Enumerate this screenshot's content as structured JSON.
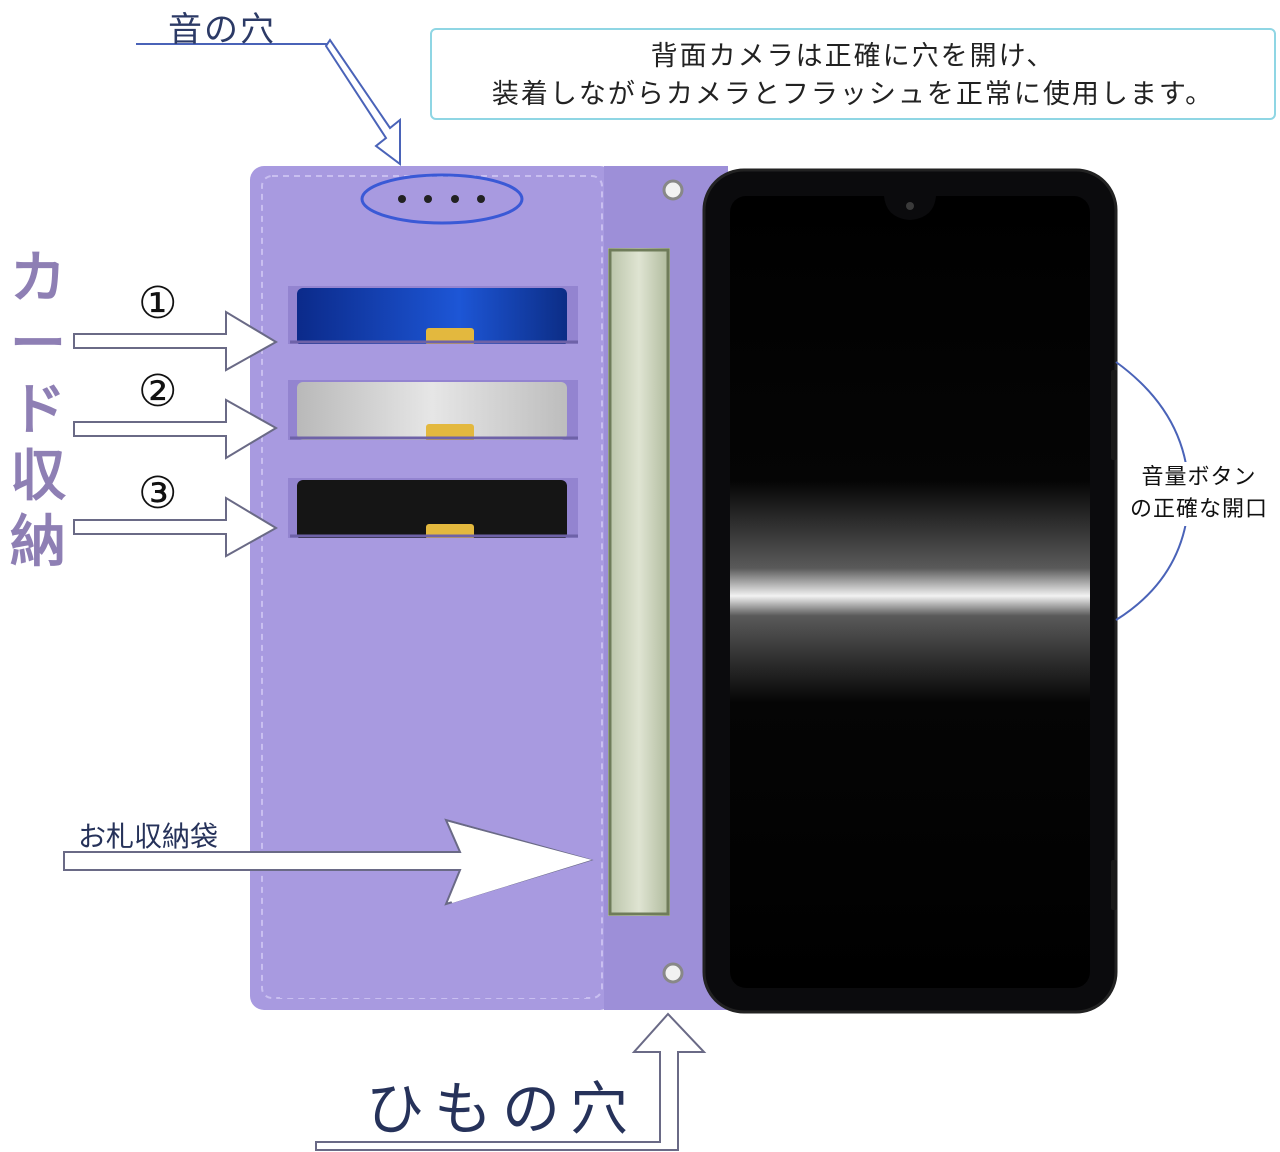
{
  "labels": {
    "sound_hole": "音の穴",
    "camera_note_line1": "背面カメラは正確に穴を開け、",
    "camera_note_line2": "装着しながらカメラとフラッシュを正常に使用します。",
    "card_storage": "カード収納",
    "card_slot_numbers": [
      "①",
      "②",
      "③"
    ],
    "bill_pocket": "お札収納袋",
    "volume_button_line1": "音量ボタン",
    "volume_button_line2": "の正確な開口",
    "strap_hole": "ひもの穴"
  },
  "colors": {
    "case_purple": "#a89ae0",
    "case_purple_dark": "#9384d0",
    "card_title_purple": "#8e7fb4",
    "label_navy": "#26325a",
    "callout_border": "#8fd6e4",
    "arrow_blue": "#4a63b8",
    "phone_black": "#0b0b0d"
  }
}
